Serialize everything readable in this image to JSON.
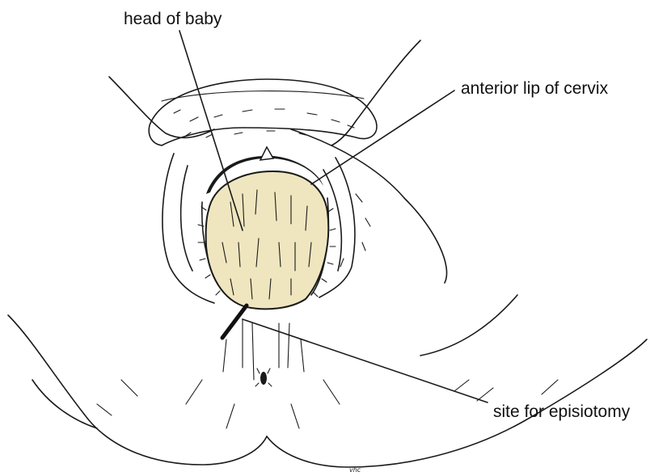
{
  "colors": {
    "head_fill": "#EFE6BF",
    "line": "#1a1a1a"
  },
  "labels": {
    "head": "head of baby",
    "cervix": "anterior lip of cervix",
    "episiotomy": "site for episiotomy"
  },
  "signature": "vhc"
}
